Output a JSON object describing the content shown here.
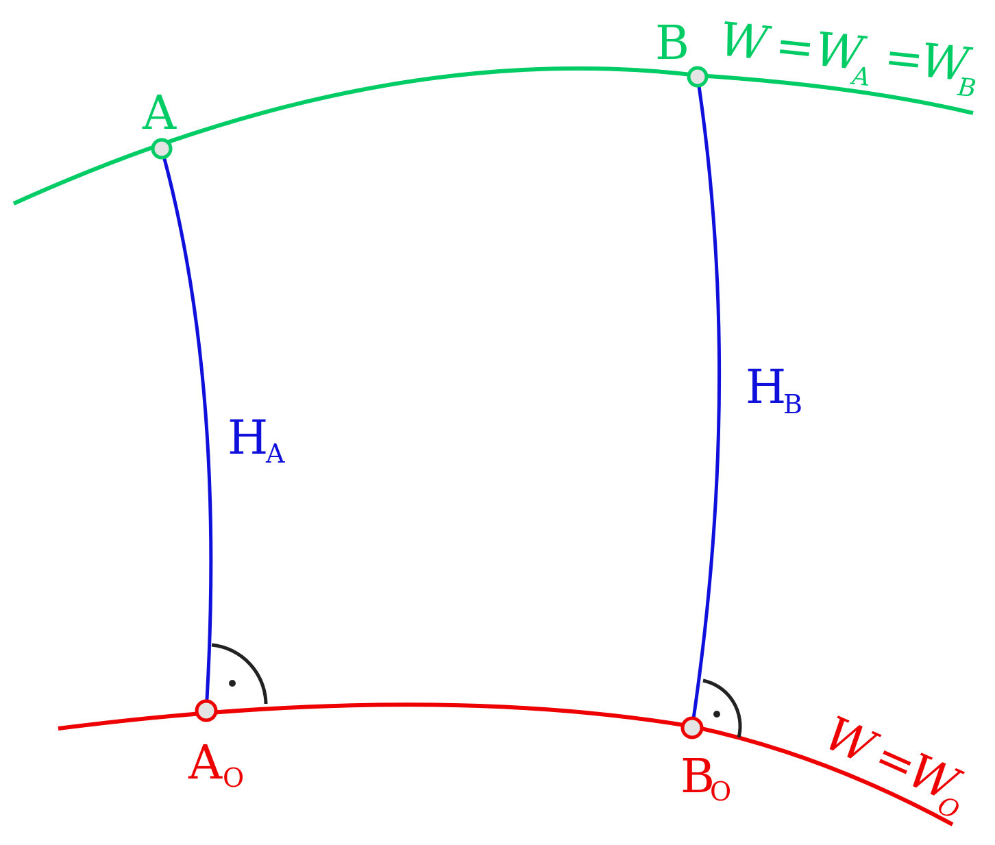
{
  "colors": {
    "equipotential_top": "#00cc66",
    "equipotential_bottom": "#ee0000",
    "plumb_line": "#1010dd",
    "right_angle": "#222222",
    "point_fill": "#e4e4e4"
  },
  "labels": {
    "A": "A",
    "B": "B",
    "A0_main": "A",
    "A0_sub": "O",
    "B0_main": "B",
    "B0_sub": "O",
    "HA_main": "H",
    "HA_sub": "A",
    "HB_main": "H",
    "HB_sub": "B",
    "top_W": "W",
    "top_eq1": "=",
    "top_WA": "W",
    "top_WA_sub": "A",
    "top_eq2": "=",
    "top_WB": "W",
    "top_WB_sub": "B",
    "bottom_W": "W",
    "bottom_eq": "=",
    "bottom_WO": "W",
    "bottom_WO_sub": "O"
  }
}
